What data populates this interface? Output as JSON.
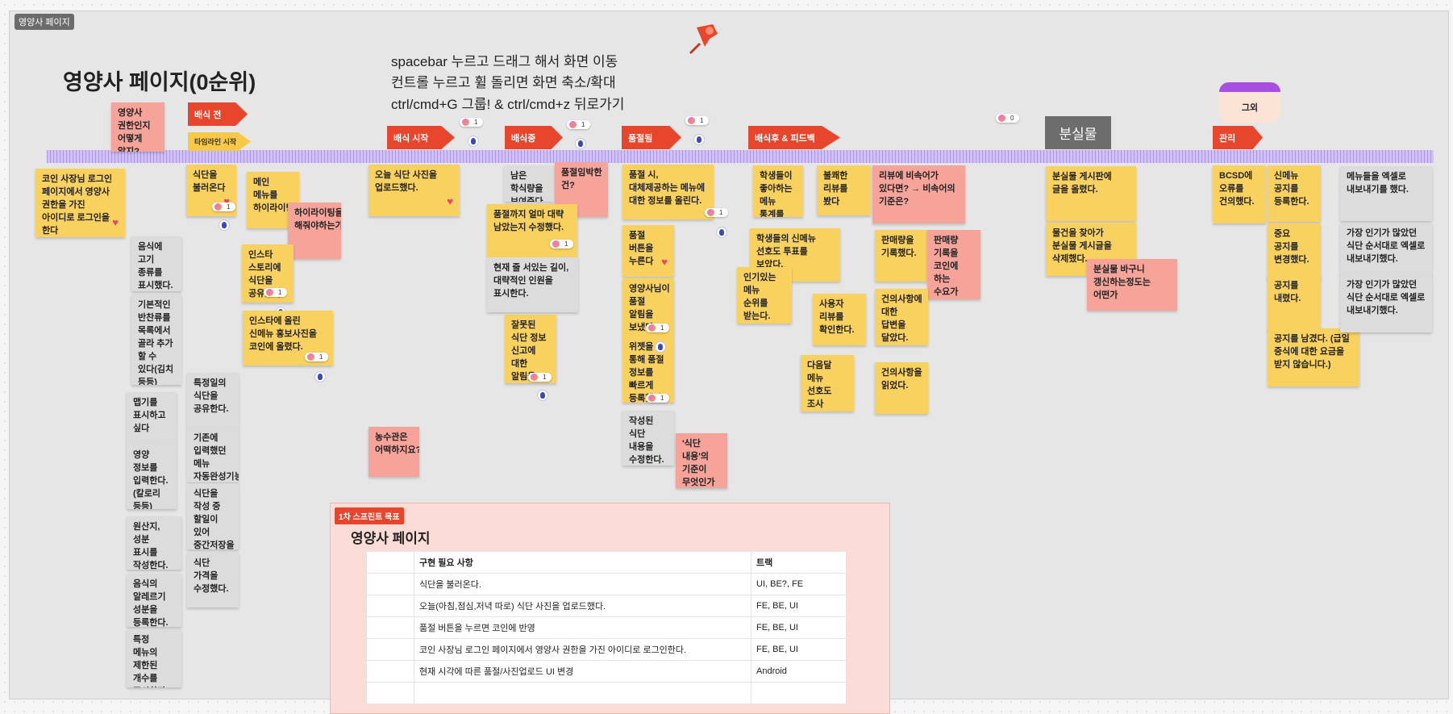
{
  "frame": {
    "tag": "영양사 페이지"
  },
  "title": "영양사 페이지(0순위)",
  "instructions": [
    "spacebar 누르고 드래그 해서 화면 이동",
    "컨트롤 누르고 휠 돌리면 화면 축소/확대",
    "ctrl/cmd+G 그룹! & ctrl/cmd+z 뒤로가기"
  ],
  "stages": {
    "before": "배식 전",
    "timeline_start": "타임라인 시작",
    "start": "배식 시작",
    "during": "배식중",
    "soldout": "품절됨",
    "after": "배식후 & 피드백",
    "lost": "분실물",
    "manage": "관리",
    "other": "그외"
  },
  "reactions": {
    "one": "1",
    "zero": "0"
  },
  "stickies": {
    "s1": "영양사 권한인지 어떻게 알지?",
    "s2": "코인 사장님 로그인 페이지에서 영양사 권한을 가진 아이디로 로그인을 한다",
    "s3": "음식에 고기 종류를 표시했다.",
    "s4": "기본적인 반찬류를 목록에서 골라 추가 할 수 있다(김치 등등)",
    "s5": "맵기를 표시하고 싶다",
    "s6": "영양 정보를 입력한다.(칼로리 등등)",
    "s7": "원산지,성분 표시를 작성한다.",
    "s8": "음식의 알레르기 성분을 등록한다.",
    "s9": "특정 메뉴의 제한된 개수를 표시한다.",
    "s10": "식단을 불러온다",
    "s11": "특정일의 식단을 공유한다.",
    "s12": "기존에 입력했던 메뉴 자동완성기능",
    "s13": "식단을 작성 중 할일이 있어 중간저장을 했다",
    "s14": "식단 가격을 수정했다.",
    "s15": "메인 메뉴를 하이라이팅했다.",
    "s16": "하이라이팅을 해줘야하는가?",
    "s17": "인스타 스토리에 식단을 공유했다.",
    "s18": "인스타에 올린 신메뉴 홍보사진을 코인에 올렸다.",
    "s19": "오늘 식단 사진을 업로드했다.",
    "s20": "농수관은 어떡하지요?",
    "s21": "남은 학식량을 보여준다",
    "s22": "품절임박한 건?",
    "s23": "품절까지 얼마 대략 남았는지 수정했다.",
    "s24": "현재 줄 서있는 길이, 대략적인 인원을 표시한다.",
    "s25": "잘못된 식단 정보 신고에 대한 알림을 받았다.",
    "s26": "품절 시, 대체제공하는 메뉴에 대한 정보를 올린다.",
    "s27": "품절 버튼을 누른다",
    "s28": "영양사님이 품절 알림을 보냈다",
    "s29": "위젯을 통해 품절 정보를 빠르게 등록했다.",
    "s30": "작성된 식단 내용을 수정한다.",
    "s31": "'식단 내용'의 기준이 무엇인가",
    "s32": "학생들이 좋아하는 메뉴 통계를 봤다.",
    "s33": "불쾌한 리뷰를 봤다",
    "s34": "리뷰에 비속어가 있다면? → 비속어의 기준은?",
    "s35": "학생들의 신메뉴 선호도 투표를 보았다.",
    "s36": "인기있는 메뉴 순위를 받는다.",
    "s37": "사용자 리뷰를 확인한다.",
    "s38": "다음달 메뉴 선호도 조사 투표를 연다.",
    "s39": "판매량을 기록했다.",
    "s40": "판매량 기록을 코인에 하는 수요가 있는가?",
    "s41": "건의사항에 대한 답변을 달았다.",
    "s42": "건의사항을 읽었다.",
    "s43": "분실물 게시판에 글을 올렸다.",
    "s44": "물건을 찾아가 분실물 게시글을 삭제했다.",
    "s45": "분실물 바구니 갱신하는정도는 어떤가",
    "s46": "BCSD에 오류를 건의했다.",
    "s47": "신메뉴 공지를 등록한다.",
    "s48": "중요 공지를 변경했다.",
    "s49": "공지를 내렸다.",
    "s50": "공지를 남겼다. (급일 중식에 대한 요금을 받지 않습니다.)",
    "s51": "메뉴들을 엑셀로 내보내기를 했다.",
    "s52": "가장 인기가 많았던 식단 순서대로 엑셀로 내보내기했다.",
    "s53": "가장 인기가 많았던 식단 순서대로 엑셀로 내보내기했다."
  },
  "sprint": {
    "tag": "1차 스프린트 목표",
    "title": "영양사 페이지",
    "headers": [
      "",
      "구현 필요 사항",
      "트랙"
    ],
    "rows": [
      [
        "",
        "식단을 불러온다.",
        "UI, BE?, FE"
      ],
      [
        "",
        "오늘(아침,점심,저녁 따로) 식단 사진을 업로드했다.",
        "FE, BE, UI"
      ],
      [
        "",
        "품절 버튼을 누르면 코인에 반영",
        "FE, BE, UI"
      ],
      [
        "",
        "코인 사장님 로그인 페이지에서 영양사 권한을 가진 아이디로 로그인한다.",
        "FE, BE, UI"
      ],
      [
        "",
        "현재 시각에 따른 품절/사진업로드 UI 변경",
        "Android"
      ],
      [
        "",
        "",
        ""
      ]
    ]
  }
}
